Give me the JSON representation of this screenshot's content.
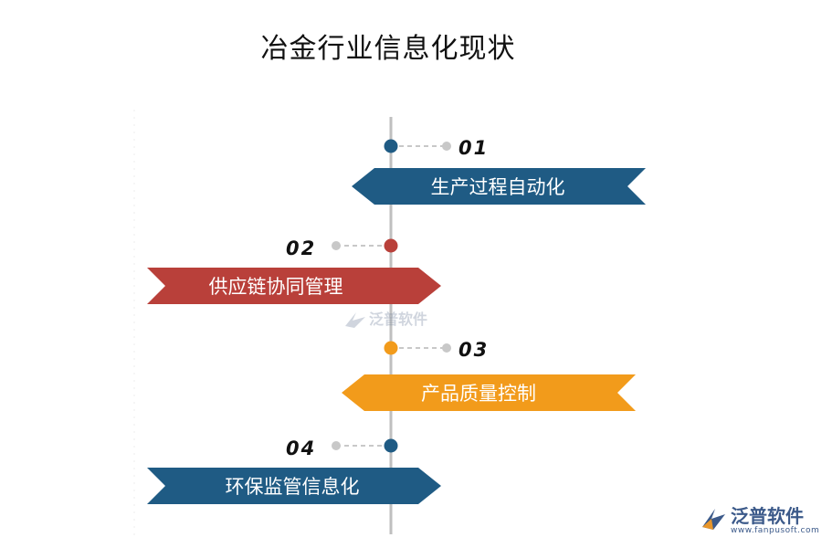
{
  "title": "冶金行业信息化现状",
  "colors": {
    "navy": "#1f5b84",
    "red": "#b9403a",
    "orange": "#f29b1b",
    "axis": "#bfbfbf",
    "connector": "#c8c8c8"
  },
  "items": [
    {
      "number": "01",
      "label": "生产过程自动化",
      "color": "#1f5b84"
    },
    {
      "number": "02",
      "label": "供应链协同管理",
      "color": "#b9403a"
    },
    {
      "number": "03",
      "label": "产品质量控制",
      "color": "#f29b1b"
    },
    {
      "number": "04",
      "label": "环保监管信息化",
      "color": "#1f5b84"
    }
  ],
  "watermark": {
    "name": "泛普软件"
  },
  "logo": {
    "name": "泛普软件",
    "url": "www.fanpusoft.com",
    "icon": "fanpu-logo-icon"
  }
}
